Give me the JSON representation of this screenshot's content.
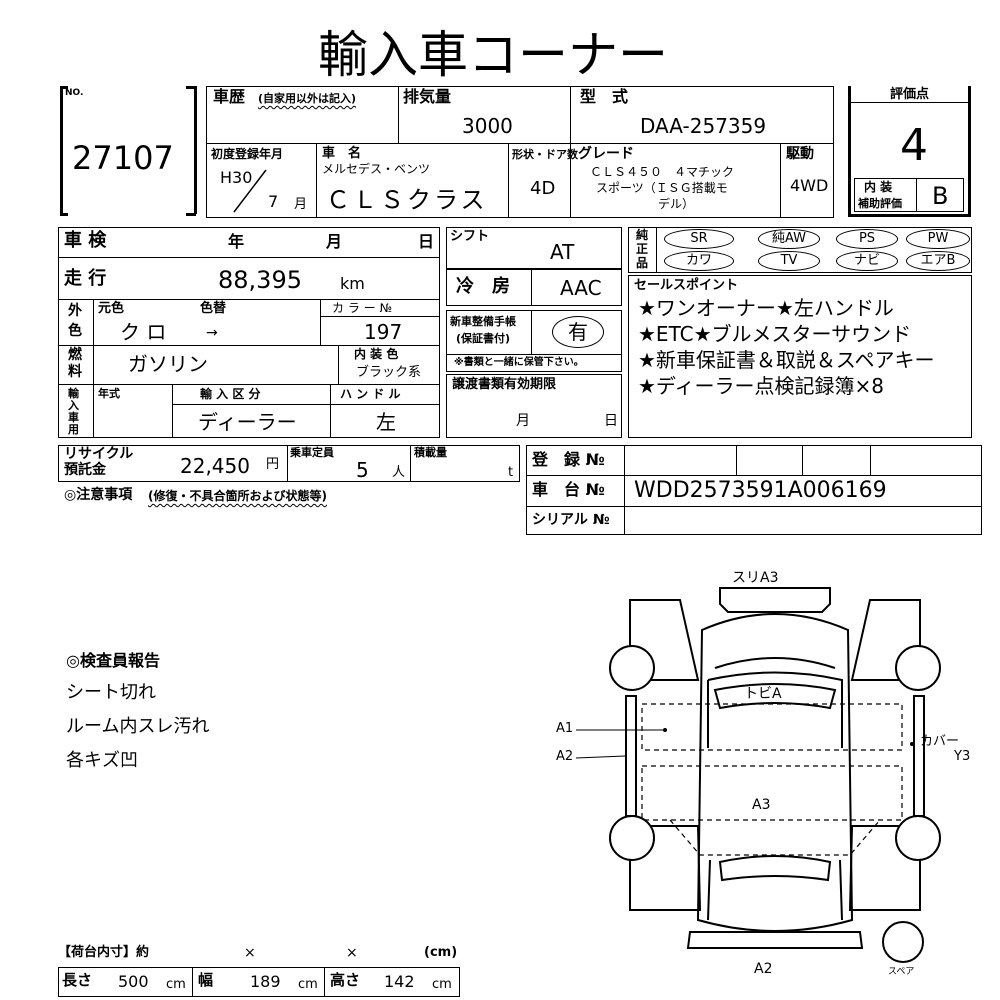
{
  "title": "輸入車コーナー",
  "header": {
    "no_label": "NO.",
    "no_value": "27107",
    "history_label": "車歴",
    "history_note": "(自家用以外は記入)",
    "displacement_label": "排気量",
    "displacement_value": "3000",
    "model_label": "型　式",
    "model_value": "DAA-257359",
    "score_label": "評価点",
    "score_value": "4",
    "interior_label": "内 装",
    "interior_sub": "補助評価",
    "interior_value": "B",
    "first_reg_label": "初度登録年月",
    "first_reg_year": "H30",
    "first_reg_month": "7",
    "month_unit": "月",
    "car_name_label": "車　名",
    "maker": "メルセデス・ベンツ",
    "car_name": "ＣＬＳクラス",
    "shape_label": "形状・ドア数",
    "shape_value": "4D",
    "grade_label": "グレード",
    "grade_line1": "ＣＬＳ４５０　４マチック",
    "grade_line2": "スポーツ（ＩＳＧ搭載モ",
    "grade_line3": "デル）",
    "drive_label": "駆動",
    "drive_value": "4WD"
  },
  "rows": {
    "inspection_label": "車 検",
    "year_label": "年",
    "month_label": "月",
    "day_label": "日",
    "mileage_label": "走 行",
    "mileage_value": "88,395",
    "mileage_unit": "km",
    "exterior_label1": "外",
    "exterior_label2": "色",
    "orig_color_label": "元色",
    "color_change_label": "色替",
    "orig_color_value": "ク ロ",
    "color_change_value": "→",
    "color_no_label": "カ ラ ー №",
    "color_no_value": "197",
    "fuel_label1": "燃",
    "fuel_label2": "料",
    "fuel_value": "ガソリン",
    "interior_color_label": "内 装 色",
    "interior_color_value": "ブラック系",
    "import_label": "輸入車用",
    "model_year_label": "年式",
    "import_type_label": "輸 入 区 分",
    "import_type_value": "ディーラー",
    "handle_label": "ハ ン ド ル",
    "handle_value": "左",
    "recycle_label1": "リサイクル",
    "recycle_label2": "預託金",
    "recycle_value": "22,450",
    "recycle_unit": "円",
    "capacity_label": "乗車定員",
    "capacity_value": "5",
    "capacity_unit": "人",
    "load_label": "積載量",
    "load_unit": "t",
    "notes_label": "◎注意事項",
    "notes_sub": "(修復・不具合箇所および状態等)"
  },
  "mid": {
    "shift_label": "シフト",
    "shift_value": "AT",
    "ac_label": "冷　房",
    "ac_value": "AAC",
    "manual_label1": "新車整備手帳",
    "manual_label2": "(保証書付)",
    "manual_value": "有",
    "manual_note": "※書類と一緒に保管下さい。",
    "transfer_label": "譲渡書類有効期限",
    "transfer_month": "月",
    "transfer_day": "日"
  },
  "equipment": {
    "label1": "純",
    "label2": "正",
    "label3": "品",
    "row1": [
      "SR",
      "純AW",
      "PS",
      "PW"
    ],
    "row2": [
      "カワ",
      "TV",
      "ナビ",
      "エアB"
    ]
  },
  "sales": {
    "label": "セールスポイント",
    "lines": [
      "★ワンオーナー★左ハンドル",
      "★ETC★ブルメスターサウンド",
      "★新車保証書＆取説＆スペアキー",
      "★ディーラー点検記録簿×8"
    ]
  },
  "registration": {
    "reg_label": "登　録 №",
    "chassis_label": "車　台 №",
    "chassis_value": "WDD2573591A006169",
    "serial_label": "シリアル №"
  },
  "report": {
    "title": "◎検査員報告",
    "lines": [
      "シート切れ",
      "ルーム内スレ汚れ",
      "各キズ凹"
    ]
  },
  "diagram": {
    "top": "スリA3",
    "roof": "トビA",
    "left1": "A1",
    "left2": "A2",
    "right1": "カバー",
    "right2": "Y3",
    "center": "A3",
    "bottom": "A2",
    "spare": "スペア"
  },
  "cargo": {
    "title": "【荷台内寸】約",
    "x1": "×",
    "x2": "×",
    "unit": "(cm)",
    "length_label": "長さ",
    "length_value": "500",
    "width_label": "幅",
    "width_value": "189",
    "height_label": "高さ",
    "height_value": "142",
    "cm": "cm"
  }
}
